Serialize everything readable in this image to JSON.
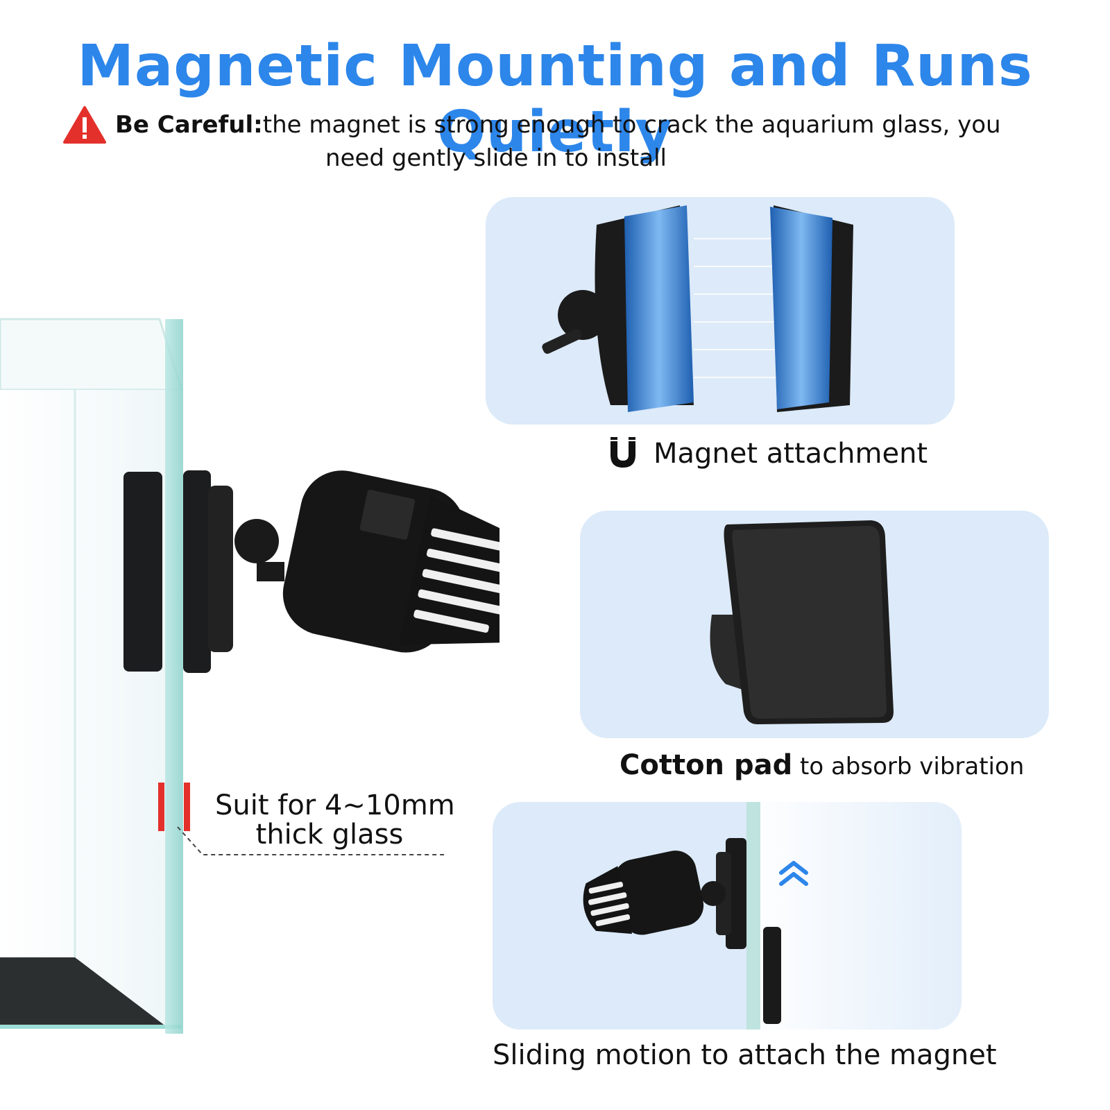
{
  "title": "Magnetic Mounting and Runs Quietly",
  "warning": {
    "icon": "warning-triangle-icon",
    "color": "#e3302b",
    "label": "Be Careful:",
    "text": "the magnet is strong enough to crack the aquarium glass, you",
    "text2": "need gently slide in to install"
  },
  "glass_note": {
    "line1": "Suit for 4~10mm",
    "line2": "thick glass"
  },
  "panels": {
    "magnet": {
      "icon": "magnet-icon",
      "caption": "Magnet attachment"
    },
    "pad": {
      "caption_bold": "Cotton pad",
      "caption_rest": " to absorb vibration"
    },
    "sliding": {
      "caption": "Sliding motion to attach the magnet"
    }
  },
  "colors": {
    "title": "#2d86ea",
    "panel_bg": "#dceaf9",
    "accent_red": "#e3302b"
  }
}
